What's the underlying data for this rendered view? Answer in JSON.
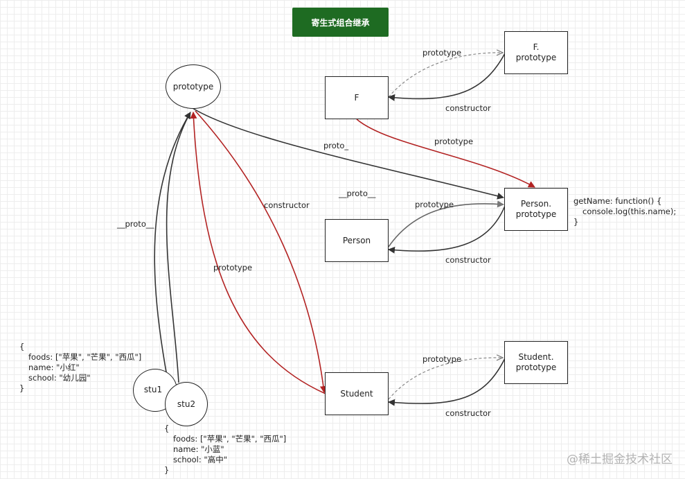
{
  "title": "寄生式组合继承",
  "nodes": {
    "prototype": "prototype",
    "f": "F",
    "f_proto": "F.\nprototype",
    "person": "Person",
    "person_proto": "Person.\nprototype",
    "student": "Student",
    "student_proto": "Student.\nprototype",
    "stu1": "stu1",
    "stu2": "stu2"
  },
  "edge_labels": {
    "f_to_fproto": "prototype",
    "fproto_to_f": "constructor",
    "f_to_personproto": "prototype",
    "proto_to_personproto": "proto_",
    "floating_proto": "__proto__",
    "person_to_personproto": "prototype",
    "personproto_to_person": "constructor",
    "stu_to_proto": "__proto__",
    "proto_to_student": "constructor",
    "student_to_proto": "prototype",
    "student_to_studentproto": "prototype",
    "studentproto_to_student": "constructor"
  },
  "person_methods": [
    "getName: function() {",
    "console.log(this.name);",
    "}"
  ],
  "stu1_data": [
    "{",
    "foods: [\"苹果\", \"芒果\", \"西瓜\"]",
    "name: \"小红\"",
    "school: \"幼儿园\"",
    "}"
  ],
  "stu2_data": [
    "{",
    "foods: [\"苹果\", \"芒果\", \"西瓜\"]",
    "name: \"小蓝\"",
    "school: \"高中\"",
    "}"
  ],
  "watermark": "@稀土掘金技术社区",
  "colors": {
    "title_bg": "#1e6b22",
    "red_edge": "#b22222",
    "dark_edge": "#333333",
    "dashed_edge": "#888888"
  }
}
